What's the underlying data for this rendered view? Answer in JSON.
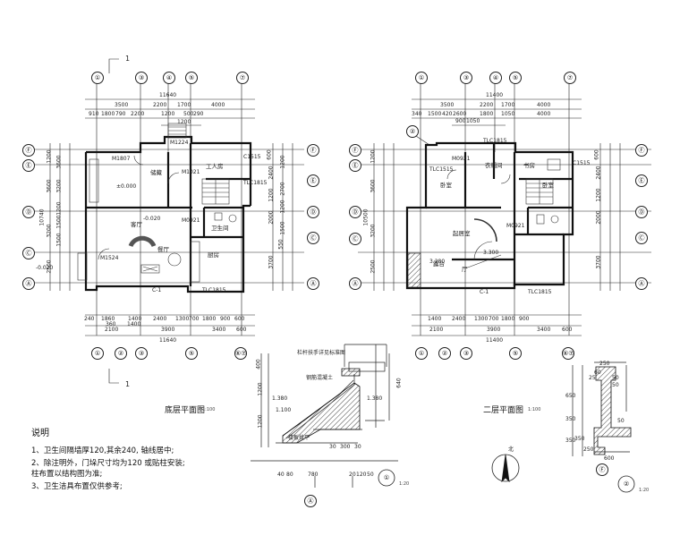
{
  "plan1": {
    "title": "底层平面图",
    "scale": "1:100",
    "axes_top": [
      "①",
      "③",
      "④",
      "⑤",
      "⑦"
    ],
    "axes_bottom": [
      "①",
      "②",
      "③",
      "⑤",
      "⑥⑦"
    ],
    "axes_left": [
      "Ⓕ",
      "Ⓔ",
      "Ⓓ",
      "Ⓒ",
      "Ⓑ",
      "Ⓐ"
    ],
    "axes_right": [
      "Ⓕ",
      "Ⓔ",
      "Ⓓ",
      "Ⓒ",
      "Ⓐ"
    ],
    "dims_top_total": "11640",
    "dims_top_1": [
      "3500",
      "2200",
      "1700",
      "4000"
    ],
    "dims_top_2": [
      "910",
      "1800",
      "790",
      "2200",
      "1200",
      "500",
      "290"
    ],
    "dims_top_3": "1200",
    "dims_bottom_1": [
      "240",
      "1860",
      "1400",
      "2400",
      "1300",
      "700",
      "1800",
      "900",
      "600"
    ],
    "dims_bottom_sub": [
      "360",
      "1400"
    ],
    "dims_bottom_2": [
      "2100",
      "3900",
      "3400",
      "600"
    ],
    "dims_bottom_total": "11640",
    "dims_left": [
      "1200",
      "3600",
      "3200",
      "2500"
    ],
    "dims_left_inner": [
      "3200",
      "3600",
      "1200",
      "1500",
      "1500"
    ],
    "dims_left_total": "10740",
    "dims_right": [
      "600",
      "2400",
      "1200",
      "2000",
      "3700"
    ],
    "dims_right_inner": [
      "1200",
      "2700",
      "1200",
      "1500",
      "550"
    ],
    "section_label": "1",
    "rooms": [
      "储藏",
      "客厅",
      "工人房",
      "卫生间",
      "厨房",
      "餐厅"
    ],
    "openings": [
      "M1807",
      "M1224",
      "M1021",
      "C1515",
      "TLC1815",
      "M1524",
      "M0921",
      "C-1",
      "TLC1815"
    ],
    "marks": [
      "±0.000",
      "-0.020",
      "-0.020"
    ]
  },
  "plan2": {
    "title": "二层平面图",
    "scale": "1:100",
    "axes_top": [
      "①",
      "③",
      "④",
      "⑤",
      "⑦"
    ],
    "axes_bottom": [
      "①",
      "②",
      "③",
      "⑤",
      "⑥⑦"
    ],
    "axes_left": [
      "Ⓕ",
      "Ⓔ",
      "Ⓓ",
      "Ⓒ",
      "Ⓑ",
      "Ⓐ"
    ],
    "axes_right": [
      "Ⓕ",
      "Ⓔ",
      "Ⓓ",
      "Ⓒ",
      "Ⓐ"
    ],
    "dims_top_total": "11400",
    "dims_top_1": [
      "3500",
      "2200",
      "1700",
      "4000"
    ],
    "dims_top_2": [
      "340",
      "1500",
      "420",
      "2600",
      "1800",
      "1050",
      "4000"
    ],
    "dims_top_3": [
      "900",
      "1050"
    ],
    "dims_bottom_1": [
      "1400",
      "2400",
      "1300",
      "700",
      "1800",
      "900"
    ],
    "dims_bottom_2": [
      "2100",
      "3900",
      "3400",
      "600"
    ],
    "dims_bottom_total": "11400",
    "dims_left": [
      "1200",
      "3600",
      "3200",
      "2500"
    ],
    "dims_left_total": "10500",
    "dims_right": [
      "600",
      "2400",
      "1200",
      "2000",
      "3700"
    ],
    "section_circle": "②",
    "rooms": [
      "卧室",
      "卧室",
      "衣帽间",
      "书房",
      "起居室",
      "厅",
      "露台"
    ],
    "openings": [
      "TLC1515",
      "M0921",
      "TLC1815",
      "C-1",
      "TLC1815",
      "M0921",
      "C1515"
    ],
    "marks": [
      "3.300",
      "3.280"
    ]
  },
  "detail1": {
    "circle": "①",
    "scale": "1:20",
    "axis": "Ⓐ",
    "labels": [
      "栏杆扶手详见标准图",
      "钢筋混凝土",
      "楼板找平"
    ],
    "dims_left": [
      "400",
      "1200",
      "1200"
    ],
    "dims_bottom": [
      "40",
      "80",
      "780",
      "20",
      "120",
      "50"
    ],
    "dims_inner": [
      "30",
      "300",
      "30"
    ],
    "right_dim": "640",
    "levels": [
      "1.380",
      "1.380",
      "1.100"
    ]
  },
  "detail2": {
    "circle": "②",
    "scale": "1:20",
    "axis": "Ⓕ",
    "dims": [
      "250",
      "60",
      "25",
      "50",
      "50",
      "650",
      "350",
      "50",
      "350",
      "350",
      "250",
      "600"
    ]
  },
  "north_label": "北",
  "notes": {
    "heading": "说明",
    "items": [
      "1、卫生间隔墙厚120,其余240, 轴线居中;",
      "2、除注明外，门垛尺寸均为120 或贴柱安装;",
      "   柱布置以结构图为准;",
      "3、卫生洁具布置仅供参考;"
    ]
  }
}
